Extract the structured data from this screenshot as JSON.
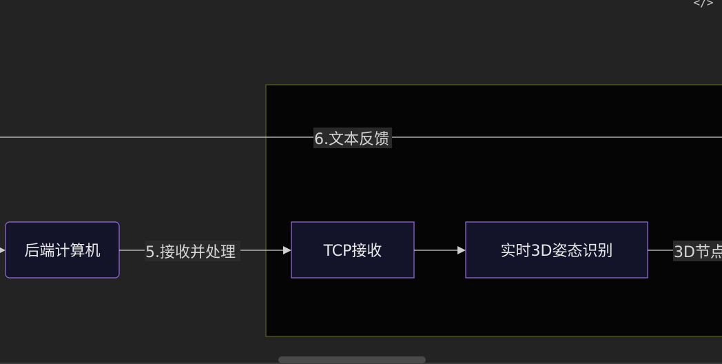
{
  "diagram": {
    "nodes": {
      "backend": "后端计算机",
      "tcp": "TCP接收",
      "pose": "实时3D姿态识别"
    },
    "edges": {
      "receive": "5.接收并处理",
      "feedback": "6.文本反馈",
      "nodes3d": "3D节点"
    }
  },
  "toolbar": {
    "code_icon": "</>"
  },
  "colors": {
    "background": "#232323",
    "node_fill": "#13132a",
    "node_stroke": "#9a6ee0",
    "subgraph_fill": "#050505",
    "subgraph_stroke": "#6b6b1a",
    "edge": "#d0d0d0"
  }
}
